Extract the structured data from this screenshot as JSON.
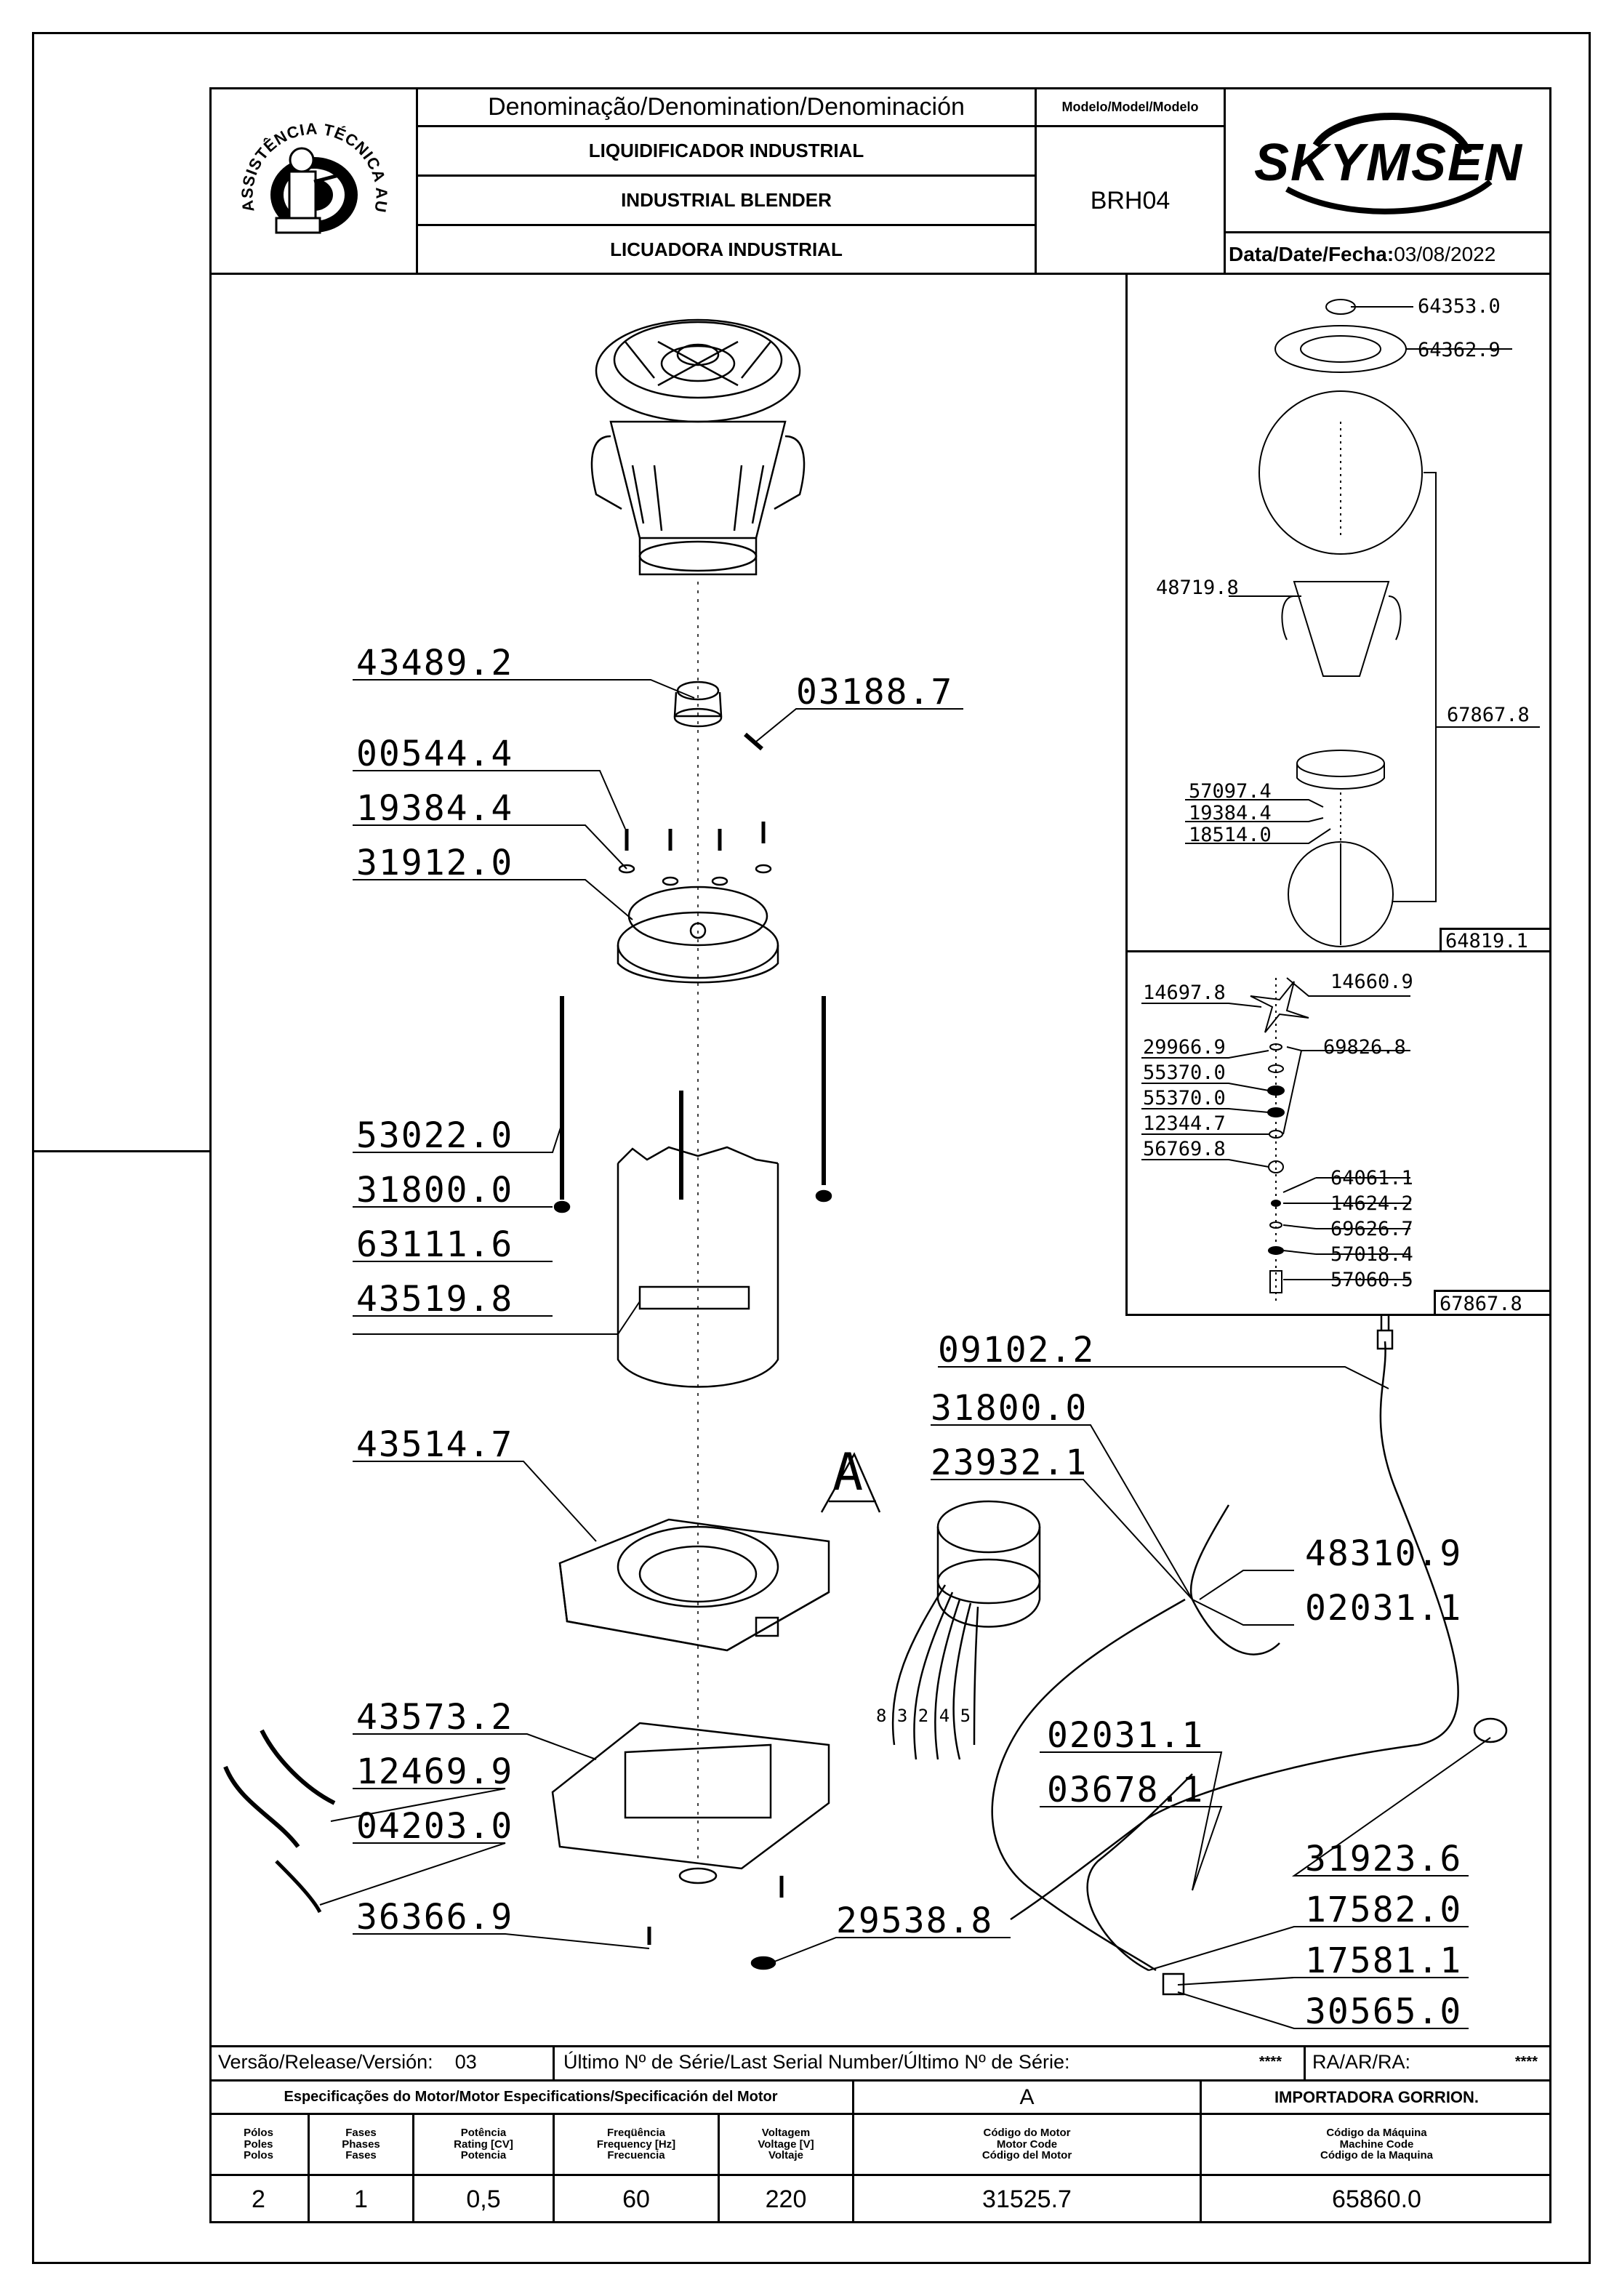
{
  "header": {
    "denomination_title": "Denominação/Denomination/Denominación",
    "names": [
      "LIQUIDIFICADOR INDUSTRIAL",
      "INDUSTRIAL BLENDER",
      "LICUADORA INDUSTRIAL"
    ],
    "model_label": "Modelo/Model/Modelo",
    "model_value": "BRH04",
    "brand": "SKYMSEN",
    "date_label": "Data/Date/Fecha:",
    "date_value": "03/08/2022",
    "seal_text": "ASSISTÊNCIA TÉCNICA AUTORIZADA"
  },
  "parts_main": {
    "p43489_2": "43489.2",
    "p03188_7": "03188.7",
    "p00544_4": "00544.4",
    "p19384_4": "19384.4",
    "p31912_0": "31912.0",
    "p53022_0": "53022.0",
    "p31800_0": "31800.0",
    "p63111_6": "63111.6",
    "p43519_8": "43519.8",
    "p43514_7": "43514.7",
    "p43573_2": "43573.2",
    "p12469_9": "12469.9",
    "p04203_0": "04203.0",
    "p36366_9": "36366.9",
    "p29538_8": "29538.8",
    "p09102_2": "09102.2",
    "p31800_0b": "31800.0",
    "p23932_1": "23932.1",
    "p48310_9": "48310.9",
    "p02031_1": "02031.1",
    "p02031_1b": "02031.1",
    "p03678_1": "03678.1",
    "p31923_6": "31923.6",
    "p17582_0": "17582.0",
    "p17581_1": "17581.1",
    "p30565_0": "30565.0",
    "detail_a": "A",
    "wire_numbers": "8 3 2 4 5"
  },
  "parts_side_top": {
    "p64353_0": "64353.0",
    "p64362_9": "64362.9",
    "p48719_8": "48719.8",
    "p67867_8": "67867.8",
    "p57097_4": "57097.4",
    "p19384_4": "19384.4",
    "p18514_0": "18514.0",
    "assembly": "64819.1"
  },
  "parts_side_bottom": {
    "p14697_8": "14697.8",
    "p14660_9": "14660.9",
    "p29966_9": "29966.9",
    "p55370_0a": "55370.0",
    "p55370_0b": "55370.0",
    "p12344_7": "12344.7",
    "p56769_8": "56769.8",
    "p69826_8": "69826.8",
    "p64061_1": "64061.1",
    "p14624_2": "14624.2",
    "p69626_7": "69626.7",
    "p57018_4": "57018.4",
    "p57060_5": "57060.5",
    "assembly": "67867.8"
  },
  "footer": {
    "release_label": "Versão/Release/Versión:",
    "release_value": "03",
    "serial_label": "Último Nº de Série/Last Serial Number/Último Nº de Série:",
    "serial_value": "****",
    "ra_label": "RA/AR/RA:",
    "ra_value": "****",
    "motor_spec_label": "Especificações do Motor/Motor Especifications/Specificación del Motor",
    "motor_id": "A",
    "importer": "IMPORTADORA GORRION.",
    "headers": {
      "poles": [
        "Pólos",
        "Poles",
        "Polos"
      ],
      "phases": [
        "Fases",
        "Phases",
        "Fases"
      ],
      "power": [
        "Potência",
        "Rating [CV]",
        "Potencia"
      ],
      "freq": [
        "Freqüência",
        "Frequency [Hz]",
        "Frecuencia"
      ],
      "voltage": [
        "Voltagem",
        "Voltage [V]",
        "Voltaje"
      ],
      "motor_code": [
        "Código do Motor",
        "Motor Code",
        "Código del Motor"
      ],
      "machine_code": [
        "Código da Máquina",
        "Machine Code",
        "Código de la Maquina"
      ]
    },
    "values": {
      "poles": "2",
      "phases": "1",
      "power": "0,5",
      "freq": "60",
      "voltage": "220",
      "motor_code": "31525.7",
      "machine_code": "65860.0"
    }
  }
}
